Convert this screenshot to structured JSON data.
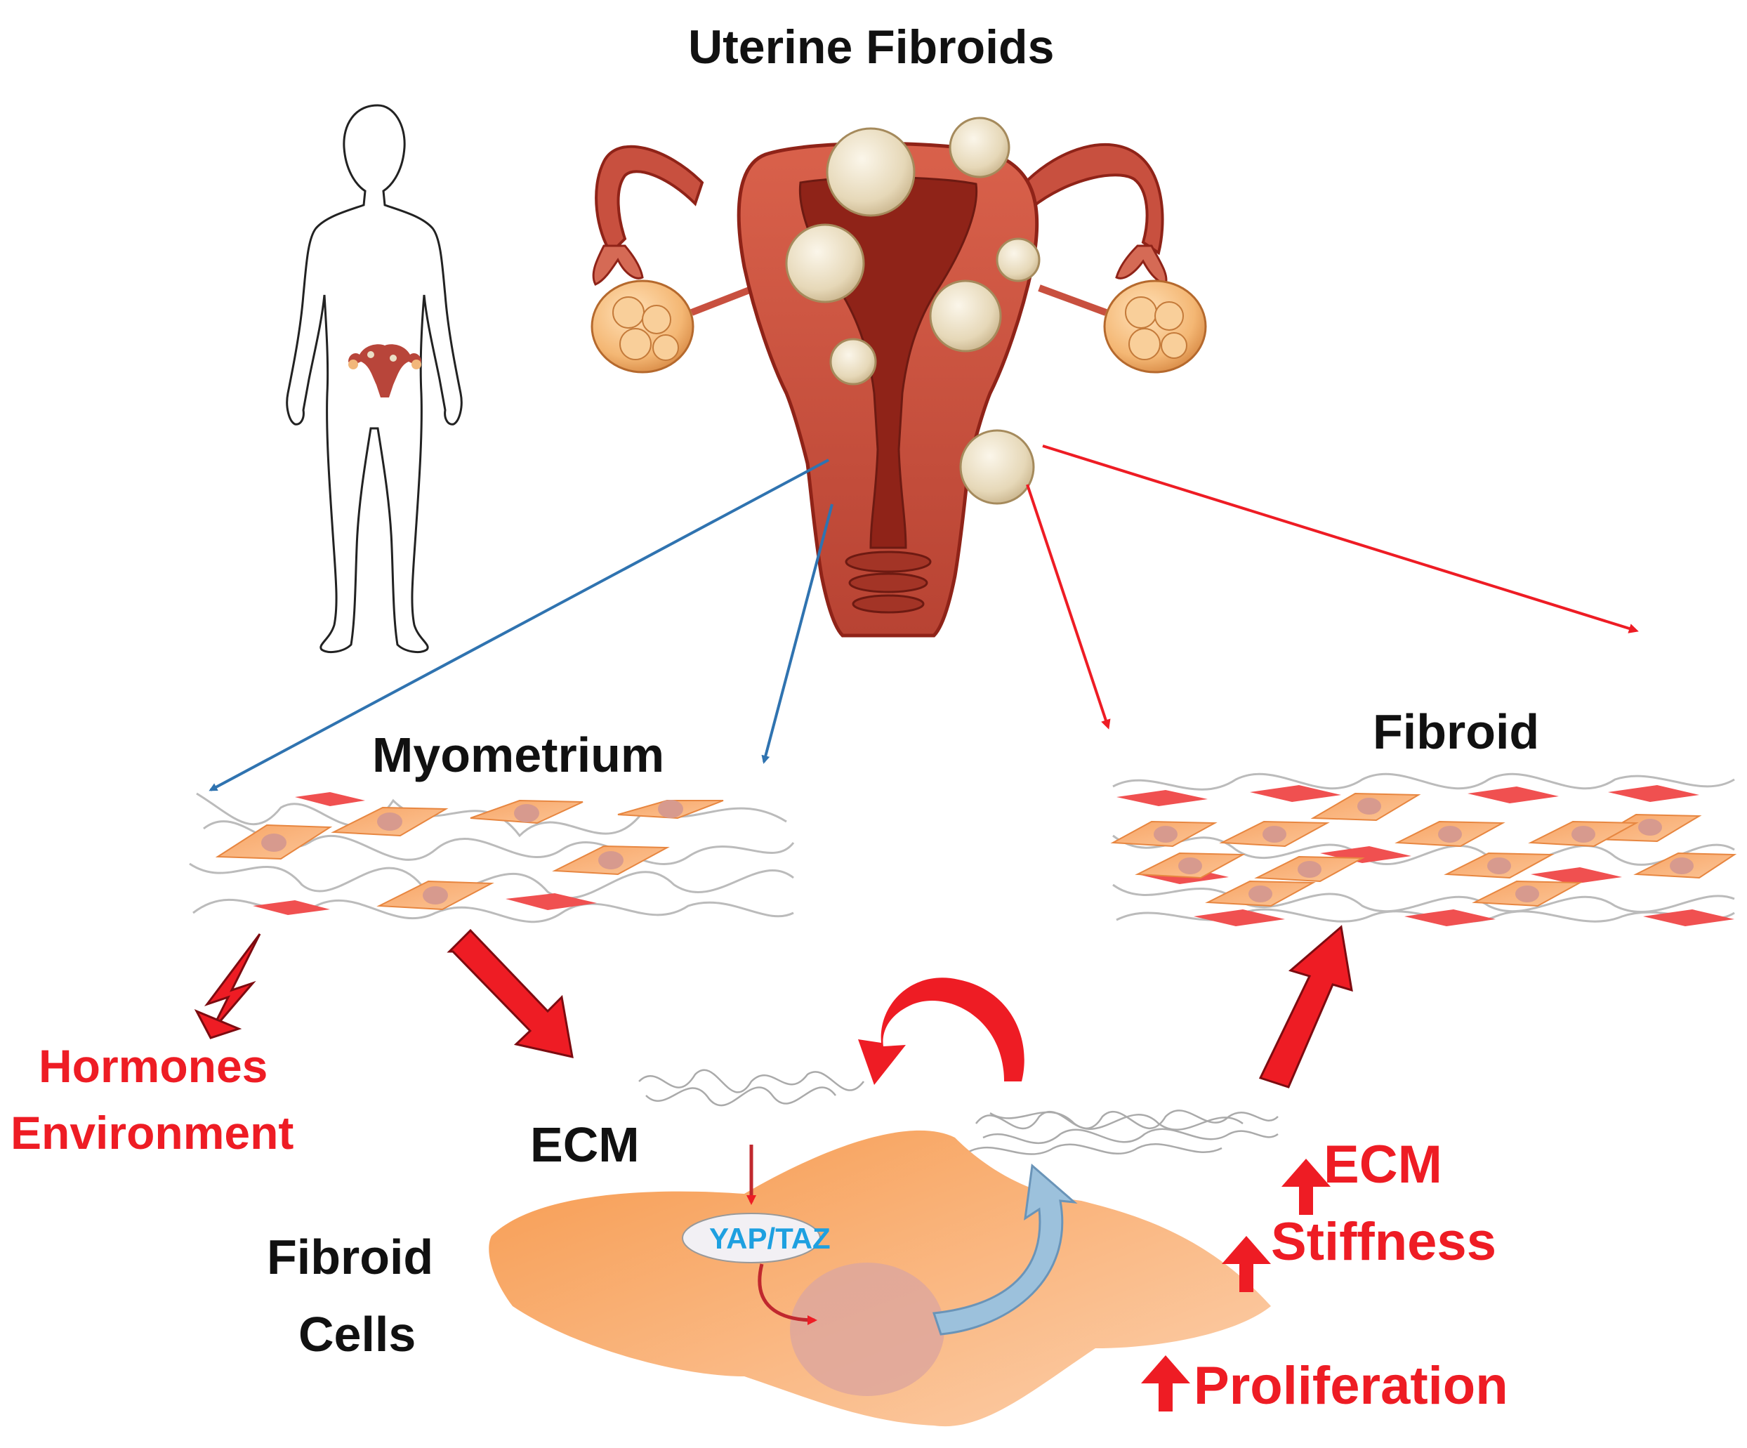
{
  "title": "Uterine Fibroids",
  "labels": {
    "myometrium": "Myometrium",
    "fibroid": "Fibroid",
    "ecm": "ECM",
    "fibroid_cells_line1": "Fibroid",
    "fibroid_cells_line2": "Cells",
    "yap_taz": "YAP/TAZ",
    "hormones": "Hormones",
    "environment": "Environment"
  },
  "effects": [
    {
      "text": "ECM"
    },
    {
      "text": "Stiffness"
    },
    {
      "text": "Proliferation"
    }
  ],
  "colors": {
    "uterus": "#c8503f",
    "uterus_dark": "#8f2318",
    "fibroid_nodule": "#eadfc6",
    "ovary": "#f2b77a",
    "smooth_muscle_cell": "#f7a96a",
    "fibroblast": "#f05050",
    "blue_arrow": "#2f73b0",
    "red_arrow": "#ee1c24",
    "yap_taz_text": "#1ea0e0",
    "curved_blue_arrow": "#9cc1dc",
    "cell_body": "#f8a262"
  },
  "icons": [
    "human-silhouette-icon",
    "uterus-illustration",
    "fibroid-nodule-icon",
    "ovary-icon",
    "red-curved-arrow-icon",
    "blue-curved-arrow-icon",
    "lightning-arrow-icon",
    "up-arrow-icon"
  ]
}
